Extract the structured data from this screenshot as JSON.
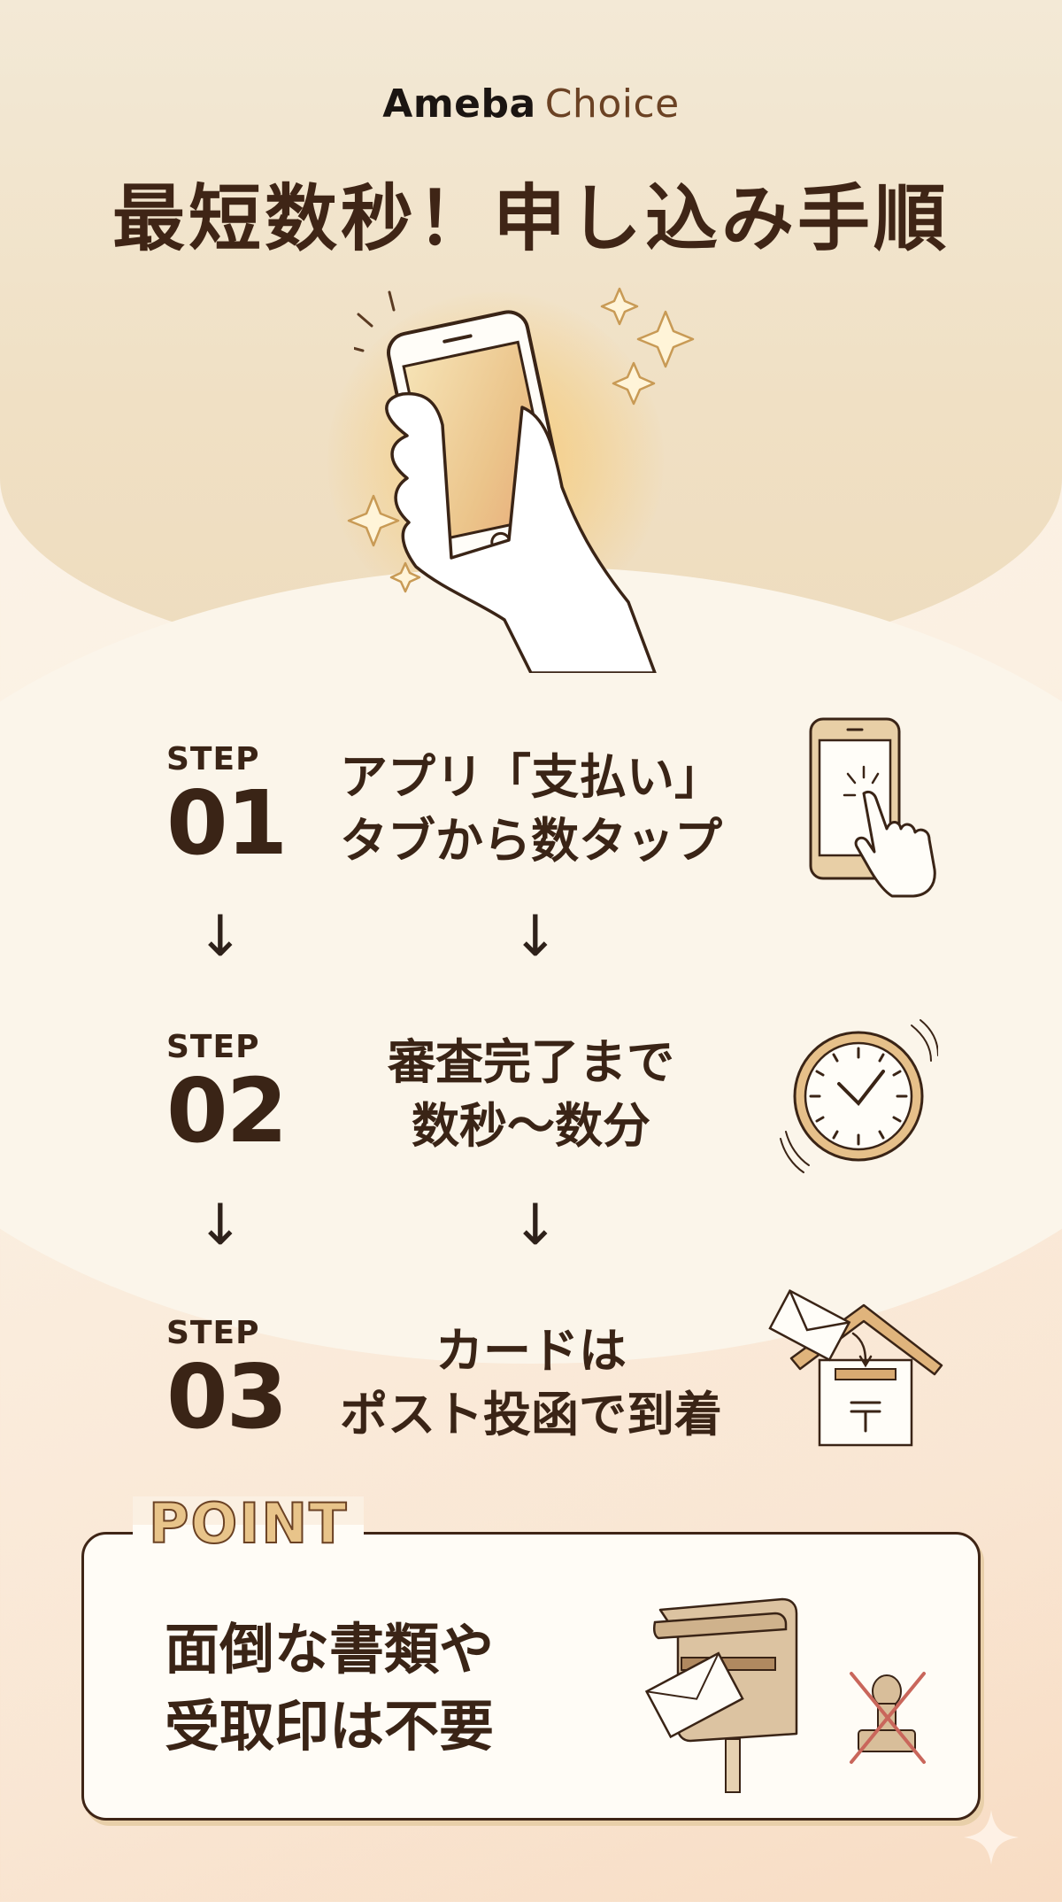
{
  "header": {
    "brand_primary": "Ameba",
    "brand_secondary": "Choice",
    "title": "最短数秒！申し込み手順"
  },
  "hero": {
    "illustration": "hand-holding-smartphone-with-sparkles"
  },
  "steps": [
    {
      "label": "STEP",
      "number": "01",
      "line1": "アプリ「支払い」",
      "line2": "タブから数タップ",
      "icon": "phone-tap-icon"
    },
    {
      "label": "STEP",
      "number": "02",
      "line1": "審査完了まで",
      "line2": "数秒〜数分",
      "icon": "clock-icon"
    },
    {
      "label": "STEP",
      "number": "03",
      "line1": "カードは",
      "line2": "ポスト投函で到着",
      "icon": "mail-house-icon"
    }
  ],
  "arrows": {
    "glyph": "↓"
  },
  "point": {
    "label": "POINT",
    "line1": "面倒な書類や",
    "line2": "受取印は不要",
    "icons": [
      "mailbox-icon",
      "no-stamp-icon"
    ]
  },
  "colors": {
    "text_dark": "#3a2416",
    "accent_brown": "#6b4224",
    "accent_gold": "#e8c48a",
    "bg_cream": "#fbf5ea",
    "bg_peach": "#f8dcc3"
  }
}
